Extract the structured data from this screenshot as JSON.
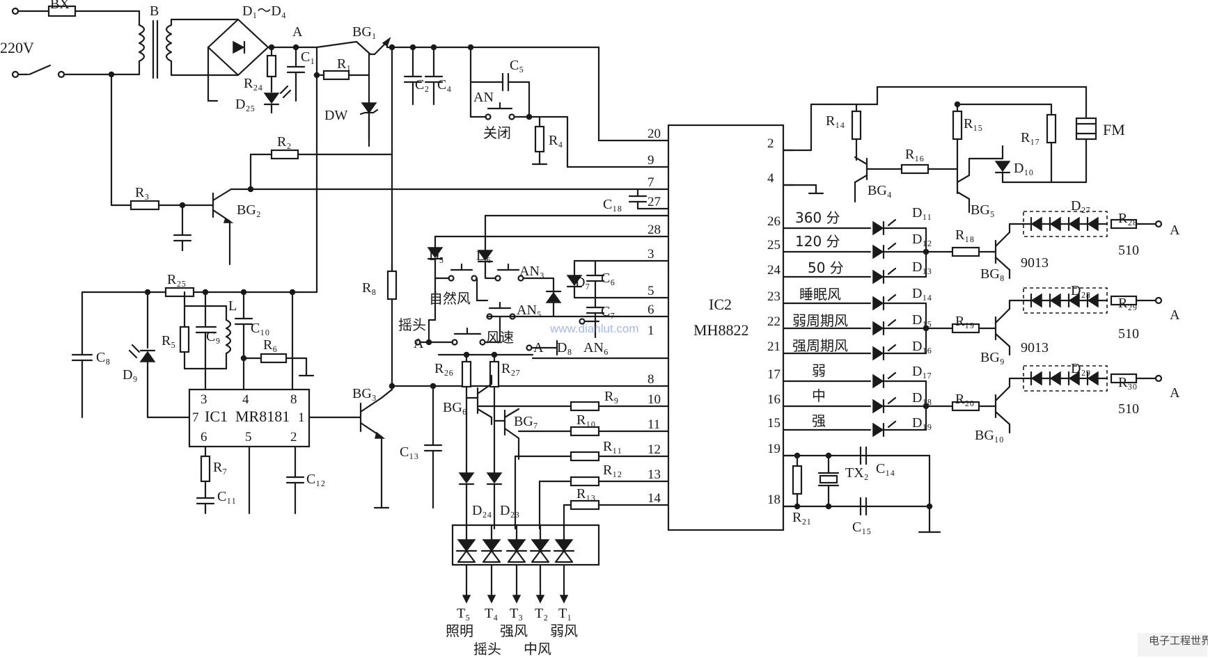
{
  "labels": {
    "fuse": "BX",
    "transformer": "B",
    "bridge": "D₁～D₄",
    "node_a": "A",
    "bg1": "BG₁",
    "bg2": "BG₂",
    "bg3": "BG₃",
    "bg4": "BG₄",
    "bg5": "BG₅",
    "bg6": "BG₆",
    "bg7": "BG₇",
    "bg8": "BG₈",
    "bg9": "BG₉",
    "bg10": "BG₁₀",
    "mains": "220V",
    "c1": "C₁",
    "c2": "C₂",
    "c4": "C₄",
    "c5": "C₅",
    "c6": "C₆",
    "c7": "C₇",
    "c8": "C₈",
    "c9": "C₉",
    "c10": "C₁₀",
    "c11": "C₁₁",
    "c12": "C₁₂",
    "c13": "C₁₃",
    "c14": "C₁₄",
    "c15": "C₁₅",
    "c18": "C₁₈",
    "r1": "R₁",
    "r2": "R₂",
    "r3": "R₃",
    "r4": "R₄",
    "r5": "R₅",
    "r6": "R₆",
    "r7": "R₇",
    "r8": "R₈",
    "r9": "R₉",
    "r10": "R₁₀",
    "r11": "R₁₁",
    "r12": "R₁₂",
    "r13": "R₁₃",
    "r14": "R₁₄",
    "r15": "R₁₅",
    "r16": "R₁₆",
    "r17": "R₁₇",
    "r18": "R₁₈",
    "r19": "R₁₉",
    "r20": "R₂₀",
    "r21": "R₂₁",
    "r24": "R₂₄",
    "r25": "R₂₅",
    "r26": "R₂₆",
    "r27": "R₂₇",
    "r28": "R₂₈",
    "r29": "R₂₉",
    "r30": "R₃₀",
    "d5": "D₅",
    "d6": "D₆",
    "d7": "D₇",
    "d8": "D₈",
    "d9": "D₉",
    "d10": "D₁₀",
    "d11": "D₁₁",
    "d12": "D₁₂",
    "d13": "D₁₃",
    "d14": "D₁₄",
    "d15": "D₁₅",
    "d16": "D₁₆",
    "d17": "D₁₇",
    "d18": "D₁₈",
    "d19": "D₁₉",
    "d23": "D₂₃",
    "d24": "D₂₄",
    "d25": "D₂₅",
    "d27": "D₂₇",
    "d28": "D₂₈",
    "d29": "D₂₉",
    "dw": "DW",
    "an": "AN",
    "an3": "AN₃",
    "an5": "AN₅",
    "an6": "AN₆",
    "off": "关闭",
    "natural_wind": "自然风",
    "shake_head": "摇头",
    "wind_speed": "风速",
    "inductor": "L",
    "ic1_name": "IC1",
    "ic1_part": "MR8181",
    "ic2_name": "IC2",
    "ic2_part": "MH8822",
    "buzzer": "FM",
    "crystal": "TX₂",
    "t9013": "9013",
    "r510": "510",
    "timer_360": "360 分",
    "timer_120": "120 分",
    "timer_50": "50 分",
    "mode_sleep": "睡眠风",
    "mode_weak_cycle": "弱周期风",
    "mode_strong_cycle": "强周期风",
    "speed_weak": "弱",
    "speed_mid": "中",
    "speed_strong": "强",
    "t5": "T₅",
    "t4": "T₄",
    "t3": "T₃",
    "t2": "T₂",
    "t1": "T₁",
    "out_light": "照明",
    "out_shake": "摇头",
    "out_strong": "强风",
    "out_mid": "中风",
    "out_weak": "弱风",
    "watermark_site": "www.dianlut.com",
    "watermark_corner": "电子工程世界"
  },
  "ic1_pins": {
    "p3": "3",
    "p4": "4",
    "p8": "8",
    "p7": "7",
    "p1": "1",
    "p6": "6",
    "p5": "5",
    "p2": "2"
  },
  "ic2_left_pins": [
    "20",
    "9",
    "7",
    "27",
    "28",
    "3",
    "5",
    "6",
    "1",
    "8",
    "10",
    "11",
    "12",
    "13",
    "14"
  ],
  "ic2_right_pins": [
    "2",
    "4",
    "26",
    "25",
    "24",
    "23",
    "22",
    "21",
    "17",
    "16",
    "15",
    "19",
    "18"
  ],
  "colors": {
    "ink": "#1a1a1a",
    "paper": "#ffffff"
  }
}
